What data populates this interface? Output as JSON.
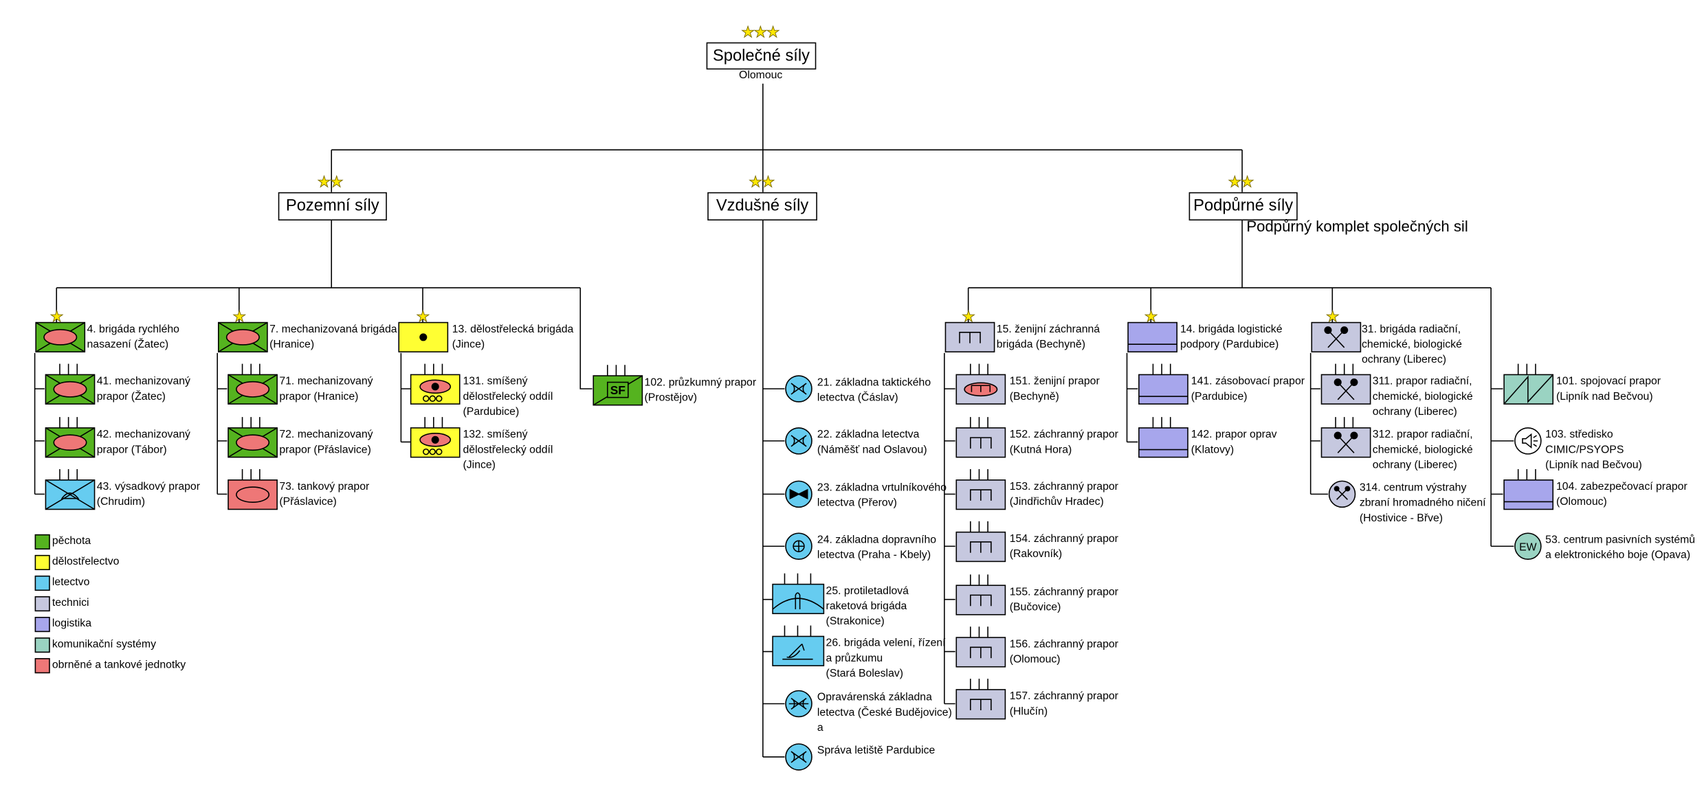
{
  "colors": {
    "pechota": "#55b31f",
    "delostrelectvo": "#ffff33",
    "letectvo": "#66ccf0",
    "technici": "#c6c8df",
    "logistika": "#a7a6ec",
    "komunikacni": "#9ad3c2",
    "obrnene": "#ee7777"
  },
  "top": {
    "title": "Společné síly",
    "location": "Olomouc",
    "rank_stars": "★★★"
  },
  "commands": {
    "pozemni": {
      "title": "Pozemní síly",
      "stars": "★★"
    },
    "vzdusne": {
      "title": "Vzdušné síly",
      "stars": "★★"
    },
    "podpurne": {
      "title": "Podpůrné síly",
      "stars": "★★",
      "caption": "Podpůrný komplet společných sil"
    }
  },
  "brigade_star": "★",
  "units": {
    "u4": {
      "line1": "4. brigáda rychlého",
      "line2": "nasazení (Žatec)",
      "icon": "infantry-armor"
    },
    "u41": {
      "line1": "41. mechanizovaný",
      "line2": "prapor (Žatec)",
      "icon": "infantry-armor"
    },
    "u42": {
      "line1": "42. mechanizovaný",
      "line2": "prapor (Tábor)",
      "icon": "infantry-armor"
    },
    "u43": {
      "line1": "43. výsadkový prapor",
      "line2": "(Chrudim)",
      "icon": "airborne-infantry"
    },
    "u7": {
      "line1": "7. mechanizovaná brigáda",
      "line2": "(Hranice)",
      "icon": "infantry-armor"
    },
    "u71": {
      "line1": "71. mechanizovaný",
      "line2": "prapor (Hranice)",
      "icon": "infantry-armor"
    },
    "u72": {
      "line1": "72. mechanizovaný",
      "line2": "prapor (Přáslavice)",
      "icon": "infantry-armor"
    },
    "u73": {
      "line1": "73. tankový prapor",
      "line2": "(Přáslavice)",
      "icon": "armor"
    },
    "u13": {
      "line1": "13. dělostřelecká brigáda",
      "line2": "(Jince)",
      "icon": "artillery"
    },
    "u131": {
      "line1": "131. smíšený",
      "line2": "dělostřelecký oddíl",
      "line3": "(Pardubice)",
      "icon": "self-propelled-artillery"
    },
    "u132": {
      "line1": "132. smíšený",
      "line2": "dělostřelecký oddíl",
      "line3": "(Jince)",
      "icon": "self-propelled-artillery"
    },
    "u102": {
      "line1": "102. průzkumný prapor",
      "line2": "(Prostějov)",
      "icon": "special-forces",
      "sf": "SF"
    },
    "u21": {
      "line1": "21. základna taktického",
      "line2": "letectva (Čáslav)",
      "icon": "air-base"
    },
    "u22": {
      "line1": "22. základna letectva",
      "line2": "(Náměšť nad Oslavou)",
      "icon": "air-base"
    },
    "u23": {
      "line1": "23. základna vrtulníkového",
      "line2": "letectva (Přerov)",
      "icon": "helicopter-base"
    },
    "u24": {
      "line1": "24. základna dopravního",
      "line2": "letectva (Praha - Kbely)",
      "icon": "transport-air-base"
    },
    "u25": {
      "line1": "25. protiletadlová",
      "line2": "raketová brigáda",
      "line3": "(Strakonice)",
      "icon": "air-defense-missile"
    },
    "u26": {
      "line1": "26. brigáda velení, řízení",
      "line2": "a průzkumu",
      "line3": "(Stará Boleslav)",
      "icon": "radar"
    },
    "uopr": {
      "line1": "Opravárenská základna",
      "line2": "letectva (České Budějovice)",
      "line3": "a",
      "icon": "maintenance-air-base"
    },
    "uspr": {
      "line1": "Správa letiště Pardubice",
      "icon": "air-base"
    },
    "u15": {
      "line1": "15. ženijní záchranná",
      "line2": "brigáda (Bechyně)",
      "icon": "engineer"
    },
    "u151": {
      "line1": "151. ženijní prapor",
      "line2": "(Bechyně)",
      "icon": "armored-engineer"
    },
    "u152": {
      "line1": "152. záchranný prapor",
      "line2": "(Kutná Hora)",
      "icon": "engineer"
    },
    "u153": {
      "line1": "153. záchranný prapor",
      "line2": "(Jindřichův Hradec)",
      "icon": "engineer"
    },
    "u154": {
      "line1": "154. záchranný prapor",
      "line2": "(Rakovník)",
      "icon": "engineer"
    },
    "u155": {
      "line1": "155. záchranný prapor",
      "line2": "(Bučovice)",
      "icon": "engineer"
    },
    "u156": {
      "line1": "156. záchranný prapor",
      "line2": "(Olomouc)",
      "icon": "engineer"
    },
    "u157": {
      "line1": "157. záchranný prapor",
      "line2": "(Hlučín)",
      "icon": "engineer"
    },
    "u14": {
      "line1": "14. brigáda logistické",
      "line2": "podpory (Pardubice)",
      "icon": "logistics"
    },
    "u141": {
      "line1": "141. zásobovací prapor",
      "line2": "(Pardubice)",
      "icon": "logistics"
    },
    "u142": {
      "line1": "142. prapor oprav",
      "line2": "(Klatovy)",
      "icon": "logistics"
    },
    "u31": {
      "line1": "31. brigáda radiační,",
      "line2": "chemické, biologické",
      "line3": "ochrany (Liberec)",
      "icon": "cbrn"
    },
    "u311": {
      "line1": "311. prapor radiační,",
      "line2": "chemické, biologické",
      "line3": "ochrany (Liberec)",
      "icon": "cbrn"
    },
    "u312": {
      "line1": "312. prapor radiační,",
      "line2": "chemické, biologické",
      "line3": "ochrany (Liberec)",
      "icon": "cbrn"
    },
    "u314": {
      "line1": "314. centrum výstrahy",
      "line2": "zbraní hromadného ničení",
      "line3": "(Hostivice - Břve)",
      "icon": "cbrn-warning"
    },
    "u101": {
      "line1": "101. spojovací prapor",
      "line2": "(Lipník nad Bečvou)",
      "icon": "signal"
    },
    "u103": {
      "line1": "103. středisko",
      "line2": "CIMIC/PSYOPS",
      "line3": "(Lipník nad Bečvou)",
      "icon": "loudspeaker"
    },
    "u104": {
      "line1": "104. zabezpečovací prapor",
      "line2": "(Olomouc)",
      "icon": "logistics"
    },
    "u53": {
      "line1": "53. centrum pasivních systémů",
      "line2": "a elektronického boje (Opava)",
      "icon": "electronic-warfare",
      "ew": "EW"
    }
  },
  "legend": [
    {
      "label": "pěchota",
      "color": "#55b31f"
    },
    {
      "label": "dělostřelectvo",
      "color": "#ffff33"
    },
    {
      "label": "letectvo",
      "color": "#66ccf0"
    },
    {
      "label": "technici",
      "color": "#c6c8df"
    },
    {
      "label": "logistika",
      "color": "#a7a6ec"
    },
    {
      "label": "komunikační systémy",
      "color": "#9ad3c2"
    },
    {
      "label": "obrněné a tankové jednotky",
      "color": "#ee7777"
    }
  ]
}
